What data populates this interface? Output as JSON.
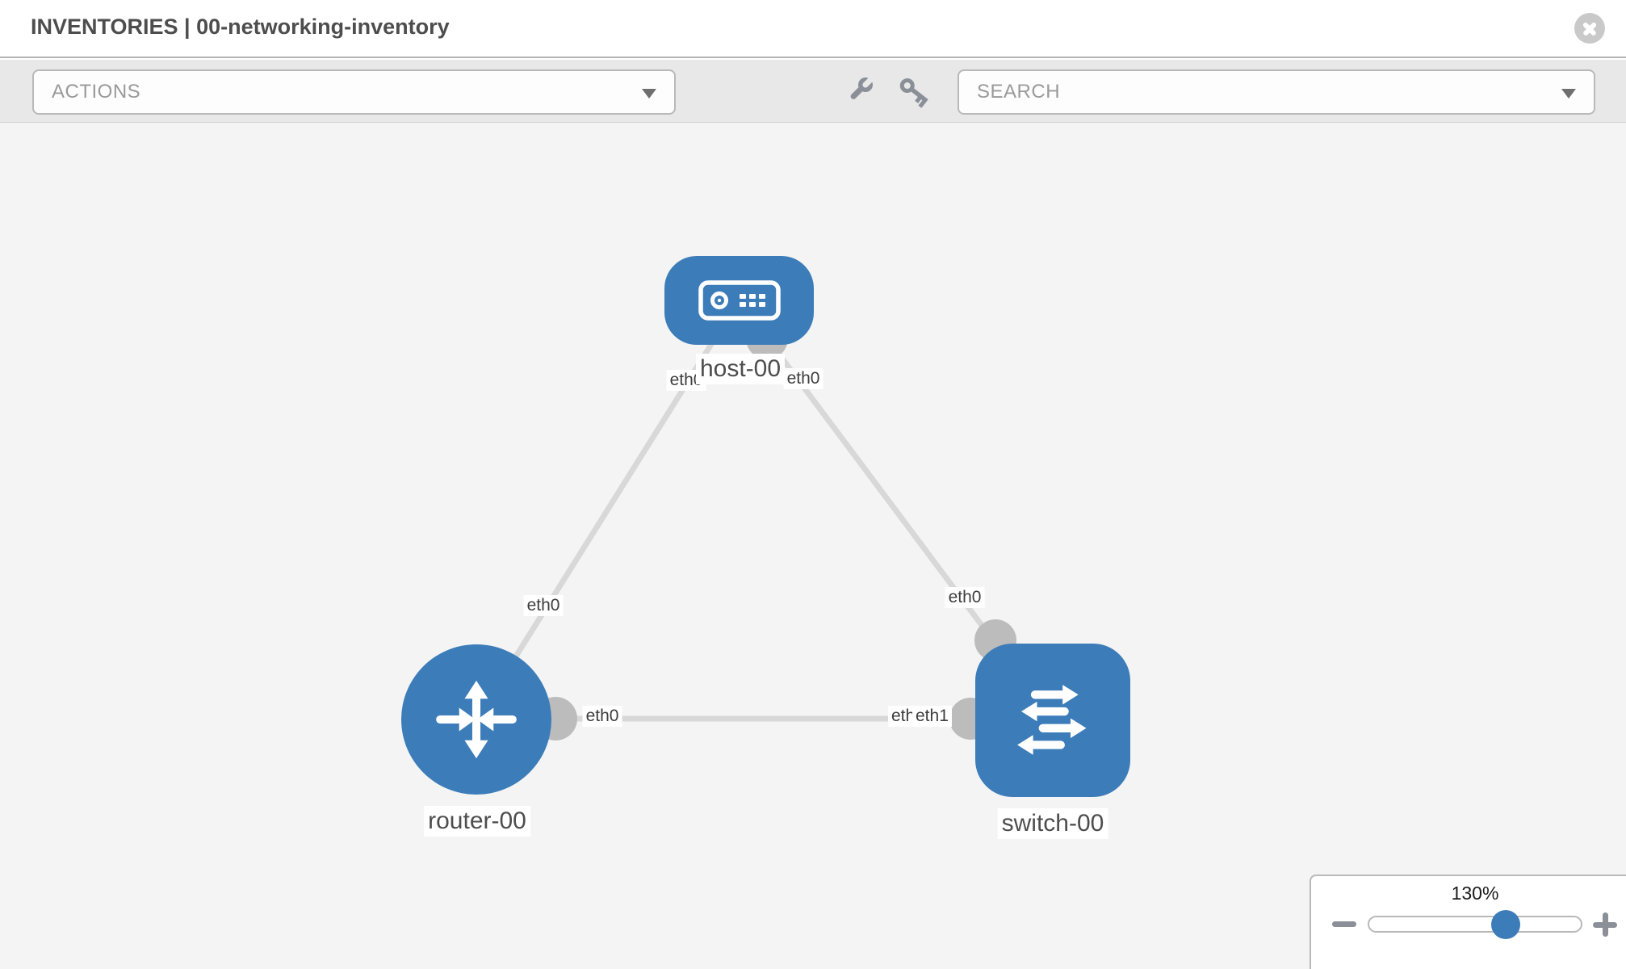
{
  "header": {
    "title": "INVENTORIES | 00-networking-inventory"
  },
  "toolbar": {
    "actions_label": "ACTIONS",
    "search_label": "SEARCH",
    "icons": [
      "wrench-icon",
      "key-icon"
    ]
  },
  "topology": {
    "nodes": [
      {
        "label": "host-00",
        "type": "host"
      },
      {
        "label": "router-00",
        "type": "router"
      },
      {
        "label": "switch-00",
        "type": "switch"
      }
    ],
    "links": [
      {
        "from": "host-00",
        "to": "router-00",
        "from_interface": "eth0",
        "to_interface": "eth0"
      },
      {
        "from": "host-00",
        "to": "switch-00",
        "from_interface": "eth0",
        "to_interface": "eth0"
      },
      {
        "from": "router-00",
        "to": "switch-00",
        "from_interface": "eth0",
        "to_interface": "eth1",
        "to_interface_overlapped": "eth0"
      }
    ]
  },
  "zoom_control": {
    "level": "130%"
  },
  "colors": {
    "node_fill": "#3c7cb9",
    "link_line": "#d8d8d8",
    "port_circle": "#bcbcbc",
    "toolbar_icon_gray": "#8a8f98",
    "canvas_bg": "#f4f4f4",
    "toolbar_bg": "#e8e8e8",
    "slider_knob": "#3c7cb9"
  }
}
